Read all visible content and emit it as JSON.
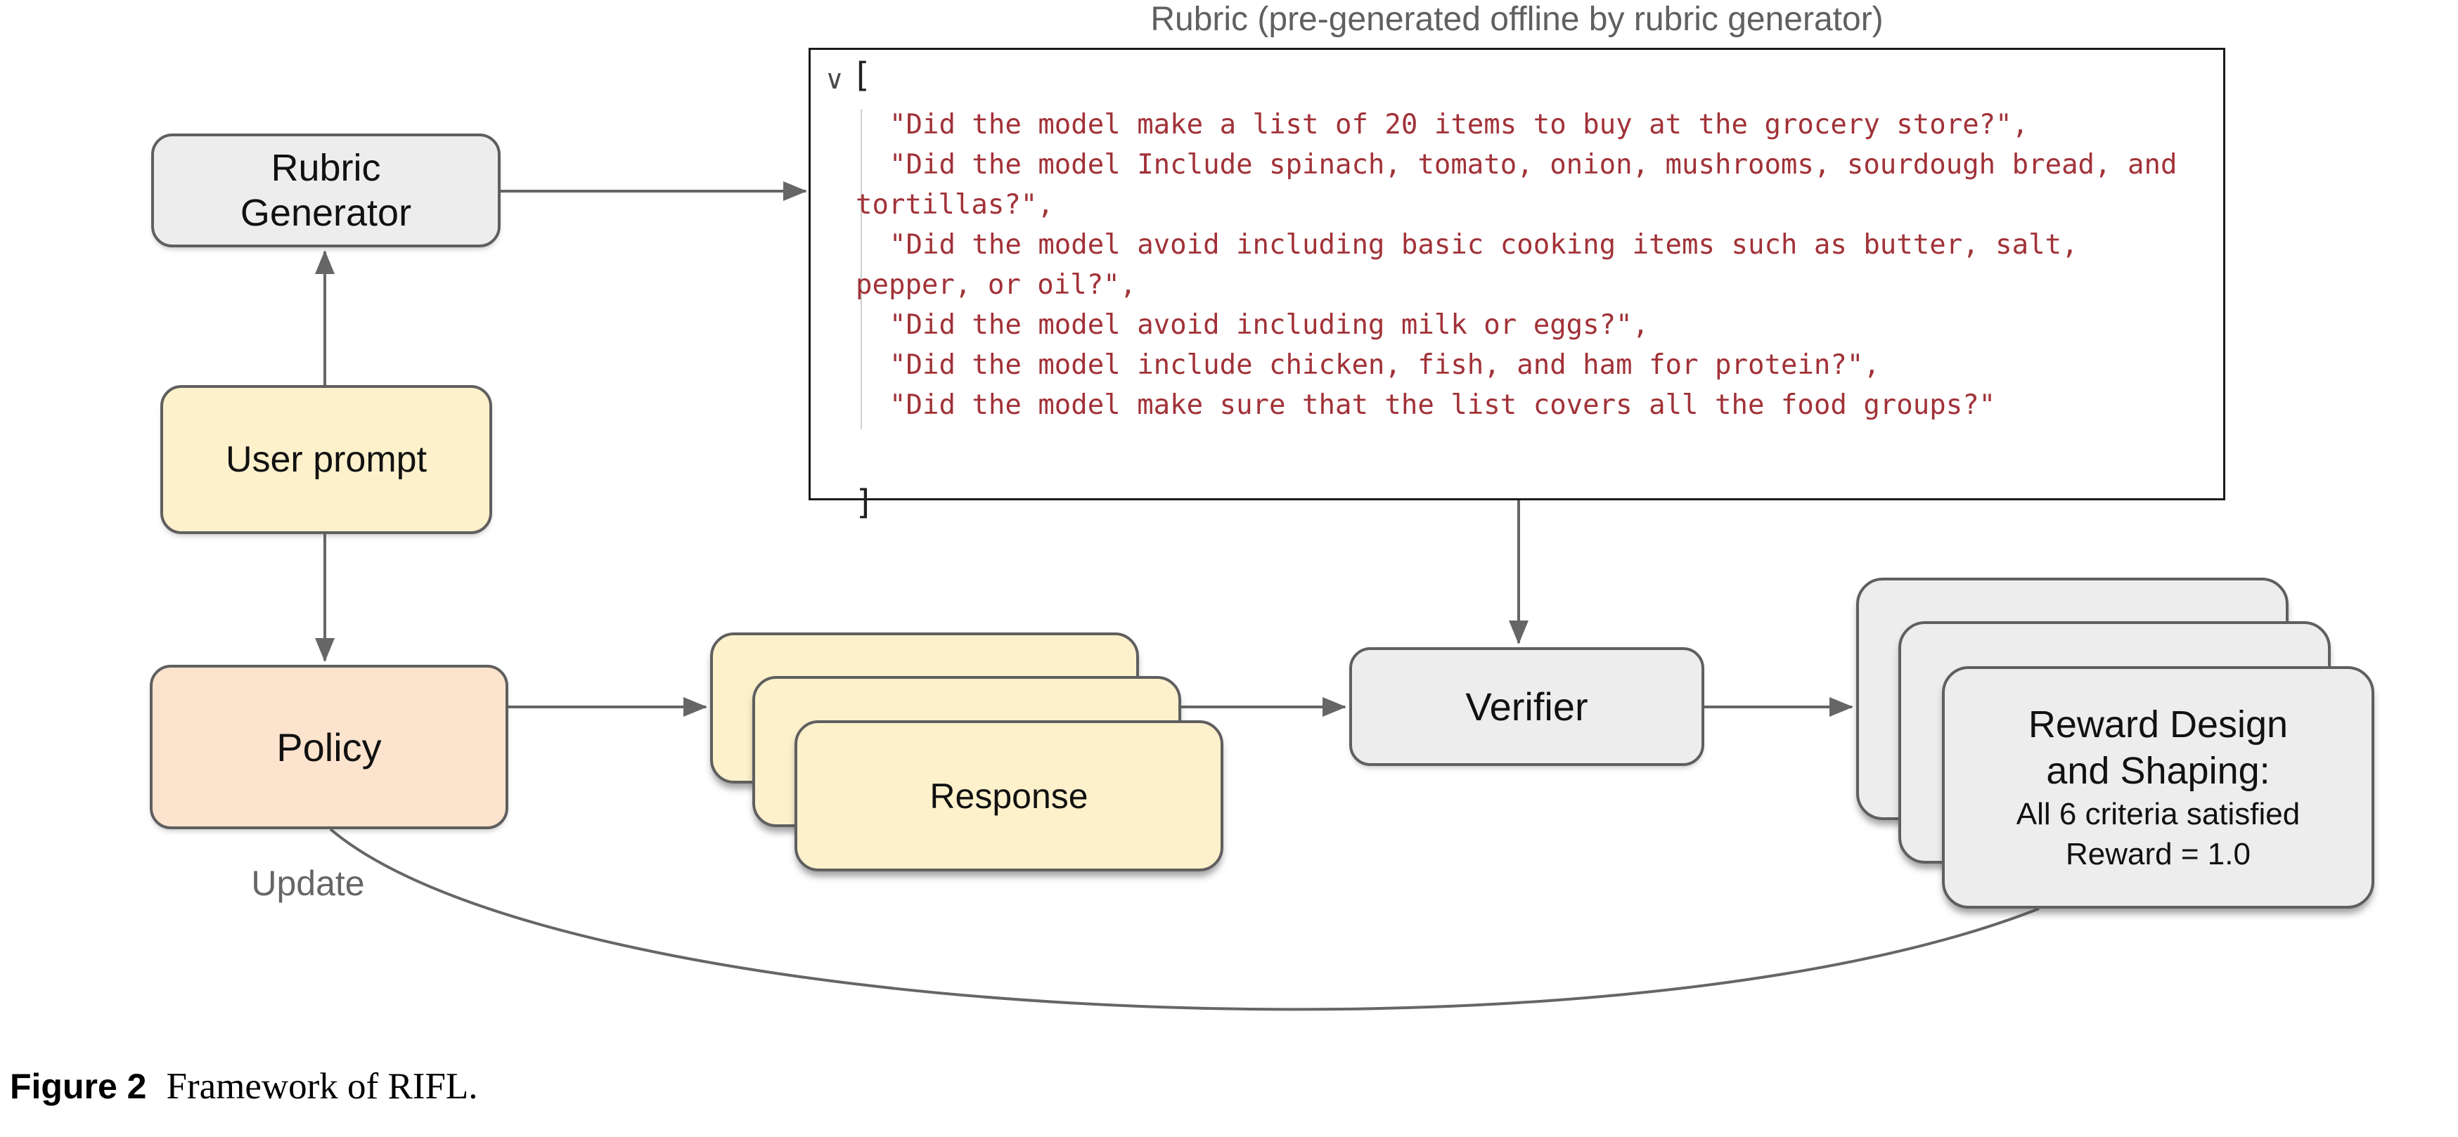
{
  "figure": {
    "rubric_panel": {
      "title": "Rubric (pre-generated offline by rubric generator)",
      "caret": "∨",
      "open_bracket": "[",
      "close_bracket": "]",
      "lines": [
        {
          "text": "\"Did the model make a list of 20 items to buy at the grocery store?\",",
          "cls": "indent"
        },
        {
          "text": "\"Did the model Include spinach, tomato, onion, mushrooms, sourdough bread, and",
          "cls": "indent"
        },
        {
          "text": "tortillas?\",",
          "cls": "flush"
        },
        {
          "text": "\"Did the model avoid including basic cooking items such as butter, salt,",
          "cls": "indent"
        },
        {
          "text": "pepper, or oil?\",",
          "cls": "flush"
        },
        {
          "text": "\"Did the model avoid including milk or eggs?\",",
          "cls": "indent"
        },
        {
          "text": "\"Did the model include chicken, fish, and ham for protein?\",",
          "cls": "indent"
        },
        {
          "text": "\"Did the model make sure that the list covers all the food groups?\"",
          "cls": "indent"
        }
      ]
    },
    "nodes": {
      "rubric_generator": {
        "label": "Rubric Generator"
      },
      "user_prompt": {
        "label": "User prompt"
      },
      "policy": {
        "label": "Policy"
      },
      "response": {
        "label": "Response"
      },
      "verifier": {
        "label": "Verifier"
      },
      "reward": {
        "line1": "Reward Design",
        "line2": "and Shaping:",
        "line3": "All 6 criteria satisfied",
        "line4": "Reward = 1.0"
      }
    },
    "edge_labels": {
      "update": "Update"
    },
    "caption": {
      "label": "Figure 2",
      "text": "Framework of RIFL."
    },
    "colors": {
      "yellow_fill": "#fdf1cc",
      "peach_fill": "#fce3cd",
      "gray_fill": "#ededed",
      "box_border": "#5f5f5f",
      "arrow": "#666666",
      "rubric_text": "#a13238",
      "rubric_border": "#1a1a1a",
      "muted_text": "#666666"
    }
  }
}
